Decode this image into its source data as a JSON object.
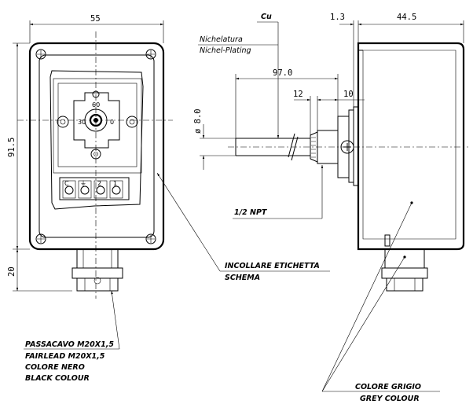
{
  "dimensions": {
    "width": "55",
    "height": "91.5",
    "gland_length": "20",
    "wall": "1.3",
    "depth": "44.5",
    "probe_length": "97.0",
    "thread_a": "12",
    "thread_b": "10",
    "diameter": "ø 8.0"
  },
  "labels": {
    "material": "Cu",
    "plating_it": "Nichelatura",
    "plating_en": "Nichel-Plating",
    "thread": "1/2 NPT",
    "label_it": "INCOLLARE ETICHETTA",
    "label_en": "SCHEMA",
    "gland_it": "PASSACAVO M20X1,5",
    "gland_en": "FAIRLEAD M20X1,5",
    "gland_color_it": "COLORE NERO",
    "gland_color_en": "BLACK COLOUR",
    "color_it": "COLORE GRIGIO",
    "color_en": "GREY COLOUR"
  },
  "terminals": [
    "C",
    "⏚",
    "2",
    "1"
  ],
  "dial": {
    "max": "60",
    "min": "30"
  }
}
